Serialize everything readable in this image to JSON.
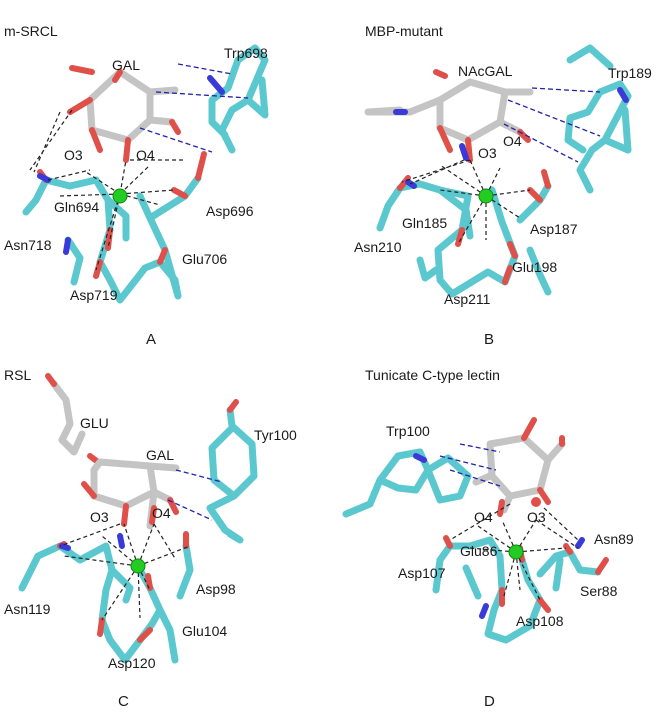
{
  "panels": [
    {
      "title": "m-SRCL",
      "letter": "A",
      "labels": {
        "sugar": "GAL",
        "o3": "O3",
        "o4": "O4",
        "trp": "Trp698",
        "gln": "Gln694",
        "asp_right": "Asp696",
        "asn": "Asn718",
        "glu": "Glu706",
        "asp_bottom": "Asp719"
      }
    },
    {
      "title": "MBP-mutant",
      "letter": "B",
      "labels": {
        "sugar": "NAcGAL",
        "o3": "O3",
        "o4": "O4",
        "trp": "Trp189",
        "gln": "Gln185",
        "asp_right": "Asp187",
        "asn": "Asn210",
        "glu": "Glu198",
        "asp_bottom": "Asp211"
      }
    },
    {
      "title": "RSL",
      "letter": "C",
      "labels": {
        "sugar_top": "GLU",
        "sugar": "GAL",
        "o3": "O3",
        "o4": "O4",
        "tyr": "Tyr100",
        "asp_right": "Asp98",
        "asn": "Asn119",
        "glu": "Glu104",
        "asp_bottom": "Asp120"
      }
    },
    {
      "title": "Tunicate C-type lectin",
      "letter": "D",
      "labels": {
        "trp": "Trp100",
        "o4": "O4",
        "o3": "O3",
        "asn": "Asn89",
        "asp_left": "Asp107",
        "glu": "Glu86",
        "ser": "Ser88",
        "asp_bottom": "Asp108"
      }
    }
  ],
  "colors": {
    "protein": "#5bc8cf",
    "sugar": "#c4c4c4",
    "oxygen": "#e0504a",
    "nitrogen": "#3a3ad8",
    "calcium": "#22cc22"
  }
}
